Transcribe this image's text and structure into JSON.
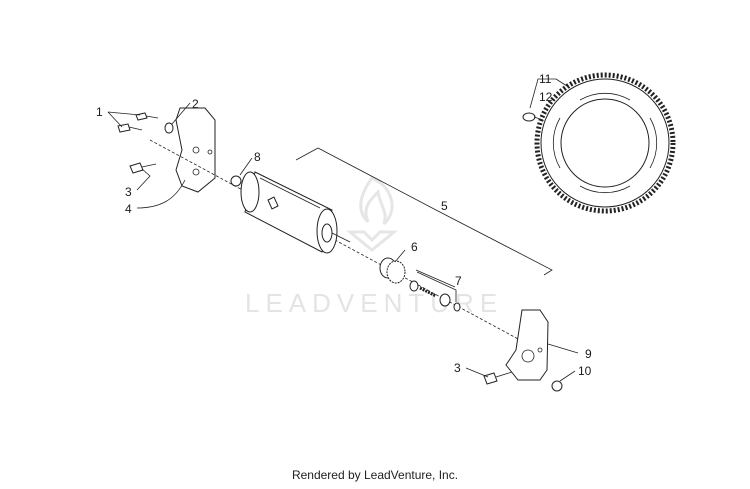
{
  "watermark": {
    "text": "LEADVENTURE"
  },
  "callouts": {
    "c1": "1",
    "c2": "2",
    "c3a": "3",
    "c4": "4",
    "c5": "5",
    "c6": "6",
    "c7": "7",
    "c8": "8",
    "c9": "9",
    "c3b": "3",
    "c10": "10",
    "c11": "11",
    "c12": "12"
  },
  "footer": {
    "text": "Rendered by LeadVenture, Inc."
  }
}
